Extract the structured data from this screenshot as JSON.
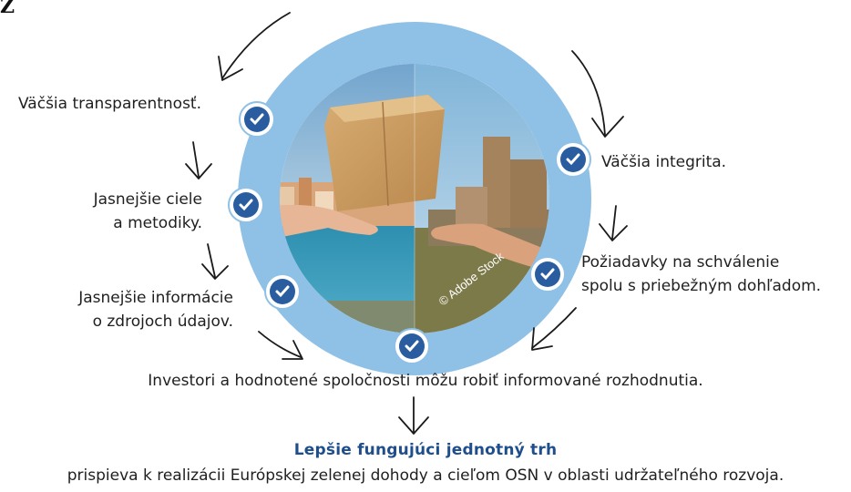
{
  "corner_mark": "Z",
  "outcomes": {
    "transparency": "Väčšia transparentnosť.",
    "goals_line1": "Jasnejšie ciele",
    "goals_line2": "a metodiky.",
    "data_line1": "Jasnejšie informácie",
    "data_line2": "o zdrojoch údajov.",
    "integrity": "Väčšia integrita.",
    "approval_line1": "Požiadavky na schválenie",
    "approval_line2": "spolu s priebežným dohľadom."
  },
  "photo_credit": "© Adobe Stock",
  "summary": "Investori a hodnotené spoločnosti môžu robiť informované rozhodnutia.",
  "result_title": "Lepšie fungujúci jednotný trh",
  "result_text": "prispieva k realizácii Európskej zelenej dohody a cieľom OSN v oblasti udržateľného rozvoja.",
  "colors": {
    "ring": "#8fc0e6",
    "check_badge": "#2a5d9f",
    "title": "#1f4e8c",
    "arrow": "#1a1a1a"
  },
  "icons": [
    "check-icon",
    "arrow-icon",
    "package-photo"
  ]
}
